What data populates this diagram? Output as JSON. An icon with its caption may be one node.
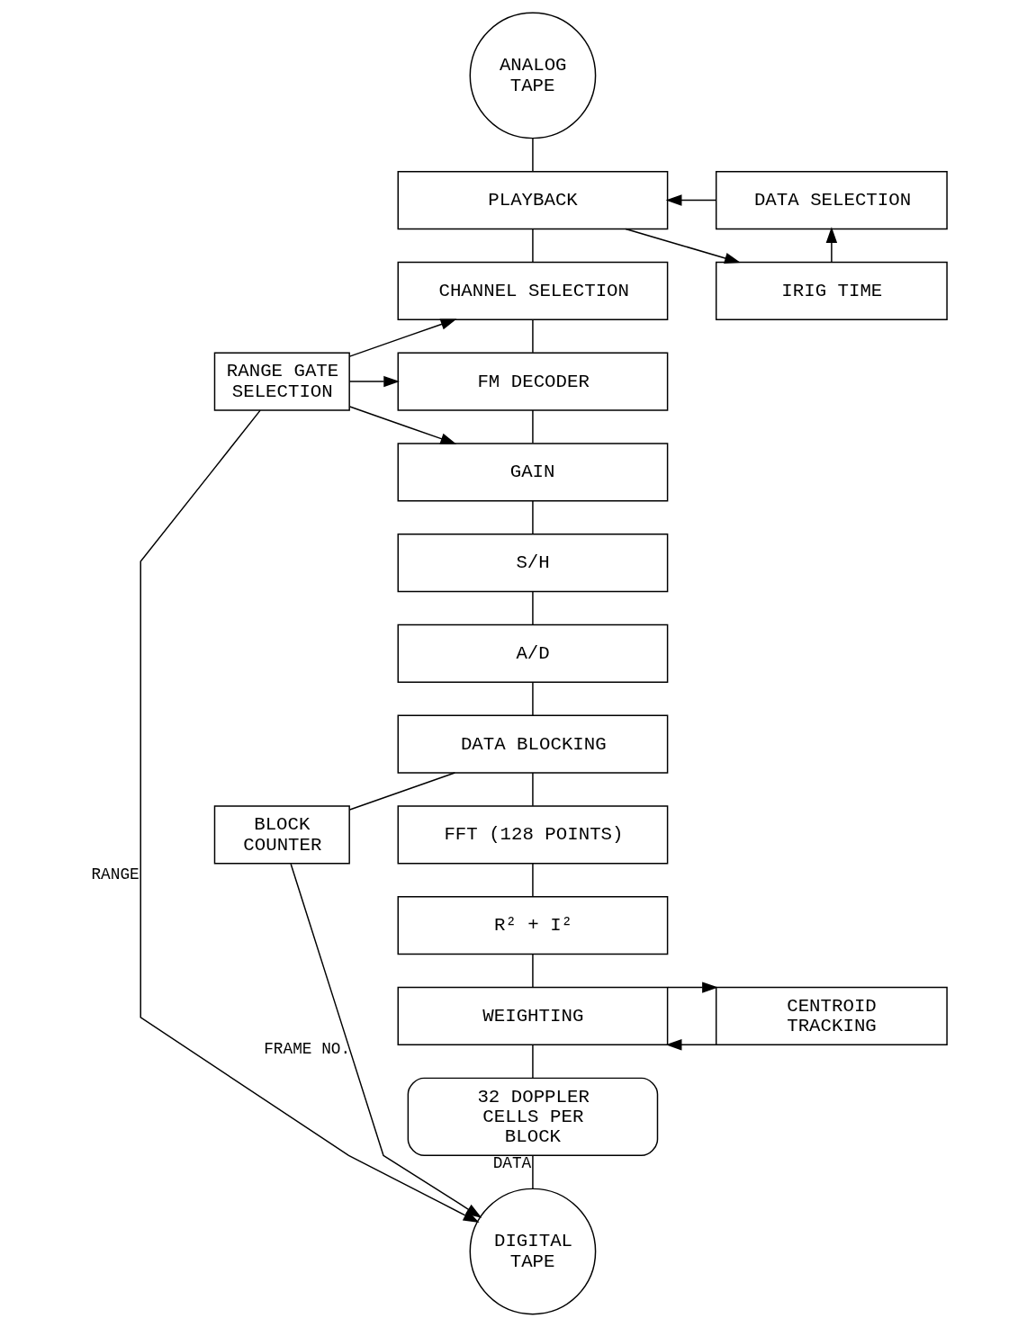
{
  "diagram": {
    "nodes": [
      {
        "text": [
          "ANALOG TAPE"
        ]
      },
      {
        "text": [
          "PLAYBACK"
        ]
      },
      {
        "text": [
          "DATA SELECTION"
        ]
      },
      {
        "text": [
          "CHANNEL SELECTION"
        ]
      },
      {
        "text": [
          "IRIG TIME"
        ]
      },
      {
        "text": [
          "RANGE GATE SELECTION"
        ]
      },
      {
        "text": [
          "FM DECODER"
        ]
      },
      {
        "text": [
          "GAIN"
        ]
      },
      {
        "text": [
          "S/H"
        ]
      },
      {
        "text": [
          "A/D"
        ]
      },
      {
        "text": [
          "DATA BLOCKING"
        ]
      },
      {
        "text": [
          "BLOCK COUNTER"
        ]
      },
      {
        "text": [
          "FFT (128 POINTS)"
        ]
      },
      {
        "text": [
          "R² + I²"
        ]
      },
      {
        "text": [
          "WEIGHTING"
        ]
      },
      {
        "text": [
          "CENTROID TRACKING"
        ]
      },
      {
        "text": [
          "32 DOPPLER CELLS PER BLOCK"
        ]
      },
      {
        "text": [
          "DIGITAL TAPE"
        ]
      }
    ],
    "edges": [
      {
        "from": 0,
        "to": 1,
        "arrow": "none"
      },
      {
        "from": 2,
        "to": 1,
        "arrow": "to"
      },
      {
        "from": 1,
        "to": 3,
        "arrow": "none"
      },
      {
        "from": 1,
        "to": 4,
        "arrow": "to"
      },
      {
        "from": 4,
        "to": 2,
        "arrow": "to"
      },
      {
        "from": 5,
        "to": 3,
        "arrow": "to"
      },
      {
        "from": 5,
        "to": 6,
        "arrow": "to"
      },
      {
        "from": 5,
        "to": 7,
        "arrow": "to"
      },
      {
        "from": 3,
        "to": 6,
        "arrow": "none"
      },
      {
        "from": 6,
        "to": 7,
        "arrow": "none"
      },
      {
        "from": 7,
        "to": 8,
        "arrow": "none"
      },
      {
        "from": 8,
        "to": 9,
        "arrow": "none"
      },
      {
        "from": 9,
        "to": 10,
        "arrow": "none"
      },
      {
        "from": 10,
        "to": 11,
        "arrow": "none"
      },
      {
        "from": 10,
        "to": 12,
        "arrow": "none"
      },
      {
        "from": 12,
        "to": 13,
        "arrow": "none"
      },
      {
        "from": 13,
        "to": 14,
        "arrow": "none"
      },
      {
        "from": 15,
        "to": 14,
        "arrow": "to"
      },
      {
        "from": 14,
        "to": 15,
        "arrow": "to"
      },
      {
        "from": 14,
        "to": 16,
        "arrow": "none"
      },
      {
        "from": 16,
        "to": 17,
        "arrow": "none",
        "label": "DATA"
      },
      {
        "from": 5,
        "to": 17,
        "arrow": "to",
        "label": "RANGE"
      },
      {
        "from": 11,
        "to": 17,
        "arrow": "to",
        "label": "FRAME NO."
      }
    ]
  }
}
